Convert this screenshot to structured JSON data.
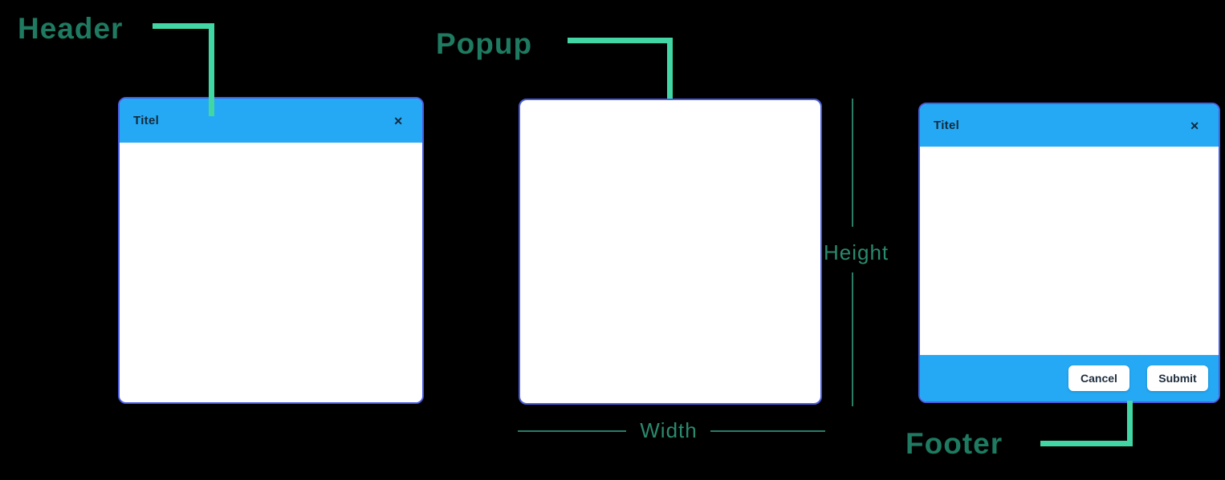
{
  "annotations": {
    "header": "Header",
    "popup": "Popup",
    "footer": "Footer",
    "height": "Height",
    "width": "Width"
  },
  "dialogs": {
    "left": {
      "title": "Titel",
      "close_glyph": "✕"
    },
    "right": {
      "title": "Titel",
      "close_glyph": "✕",
      "cancel_label": "Cancel",
      "submit_label": "Submit"
    }
  },
  "icons": {
    "close": "close-icon"
  },
  "colors": {
    "background": "#000000",
    "dialog_header_blue": "#25a9f4",
    "dialog_border_indigo": "#4a5ce0",
    "annotation_green": "#1e7a60",
    "connector_mint": "#42d6a4",
    "measure_line_green": "#2b7d66",
    "measure_text_green": "#2a8a6e",
    "dialog_title_text": "#132a3d",
    "button_text": "#1d2d3e",
    "dialog_body_white": "#ffffff"
  }
}
